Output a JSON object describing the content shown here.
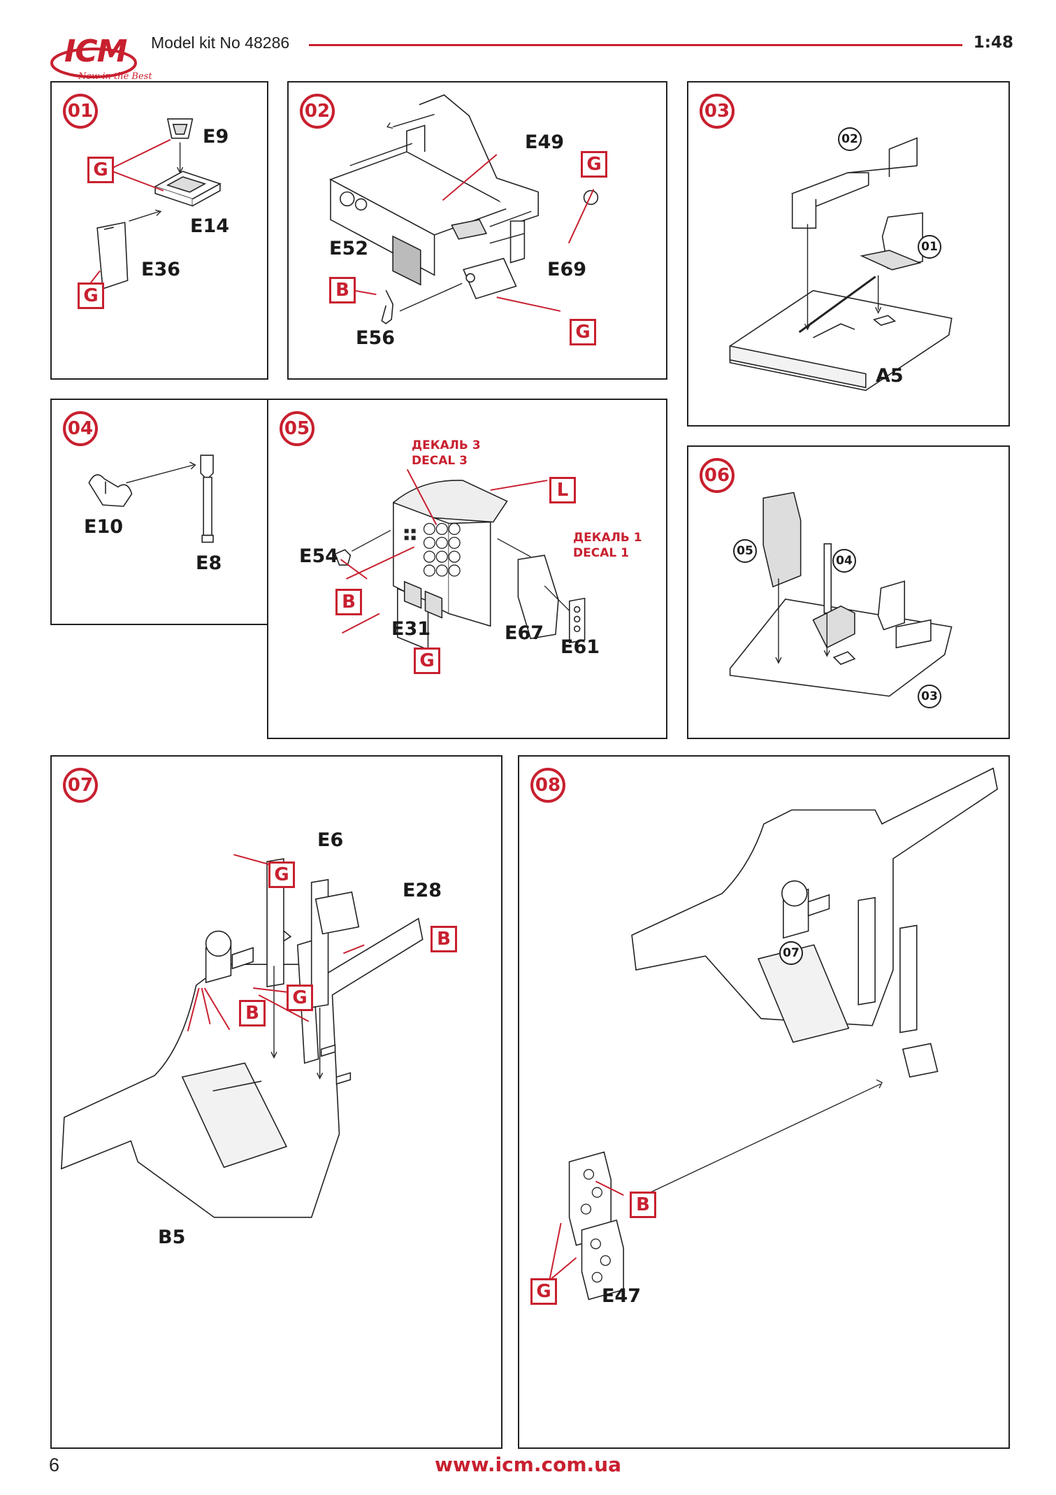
{
  "header": {
    "brand": "ICM",
    "slogan": "New in the Best",
    "kit_title": "Model kit No 48286",
    "scale": "1:48"
  },
  "colors": {
    "accent": "#c8202f",
    "ink": "#1a1a1a"
  },
  "steps": {
    "s01": {
      "number": "01",
      "parts": [
        "E9",
        "E14",
        "E36"
      ],
      "colors": [
        "G",
        "G"
      ]
    },
    "s02": {
      "number": "02",
      "parts": [
        "E49",
        "E52",
        "E69",
        "E56"
      ],
      "colors": [
        "G",
        "B",
        "G"
      ]
    },
    "s03": {
      "number": "03",
      "refs": [
        "02",
        "01"
      ],
      "parts": [
        "A5"
      ]
    },
    "s04": {
      "number": "04",
      "parts": [
        "E10",
        "E8"
      ]
    },
    "s05": {
      "number": "05",
      "parts": [
        "E54",
        "E31",
        "E67",
        "E61"
      ],
      "colors": [
        "L",
        "B",
        "G"
      ],
      "decal3_ru": "ДЕКАЛЬ 3",
      "decal3_en": "DECAL 3",
      "decal1_ru": "ДЕКАЛЬ 1",
      "decal1_en": "DECAL 1"
    },
    "s06": {
      "number": "06",
      "refs": [
        "05",
        "04",
        "03"
      ]
    },
    "s07": {
      "number": "07",
      "parts": [
        "E6",
        "E28",
        "B5"
      ],
      "colors": [
        "G",
        "B",
        "G",
        "B"
      ]
    },
    "s08": {
      "number": "08",
      "refs": [
        "07"
      ],
      "parts": [
        "E47"
      ],
      "colors": [
        "B",
        "G"
      ]
    }
  },
  "footer": {
    "page": "6",
    "url": "www.icm.com.ua"
  }
}
